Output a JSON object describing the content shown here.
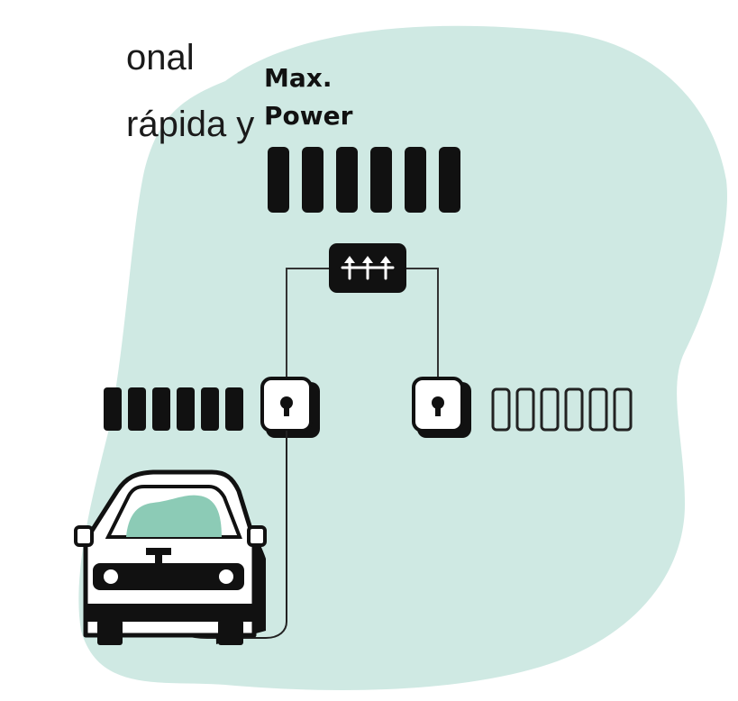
{
  "page_text": {
    "line_1": "onal",
    "line_2": "rápida y"
  },
  "diagram": {
    "max_power_line_1": "Max.",
    "max_power_line_2": "Power",
    "colors": {
      "blob": "#cfe9e3",
      "ink": "#111111",
      "car_window_shape": "#8ccbb6",
      "paper": "#ffffff"
    },
    "icons": [
      "splitter-box-icon",
      "charger-icon",
      "charger-icon",
      "car-icon",
      "battery-cell-icon"
    ],
    "max_power_cells": 6,
    "left_charger_cells_filled": 6,
    "right_charger_cells_filled": 0,
    "right_charger_cells_total": 6
  }
}
